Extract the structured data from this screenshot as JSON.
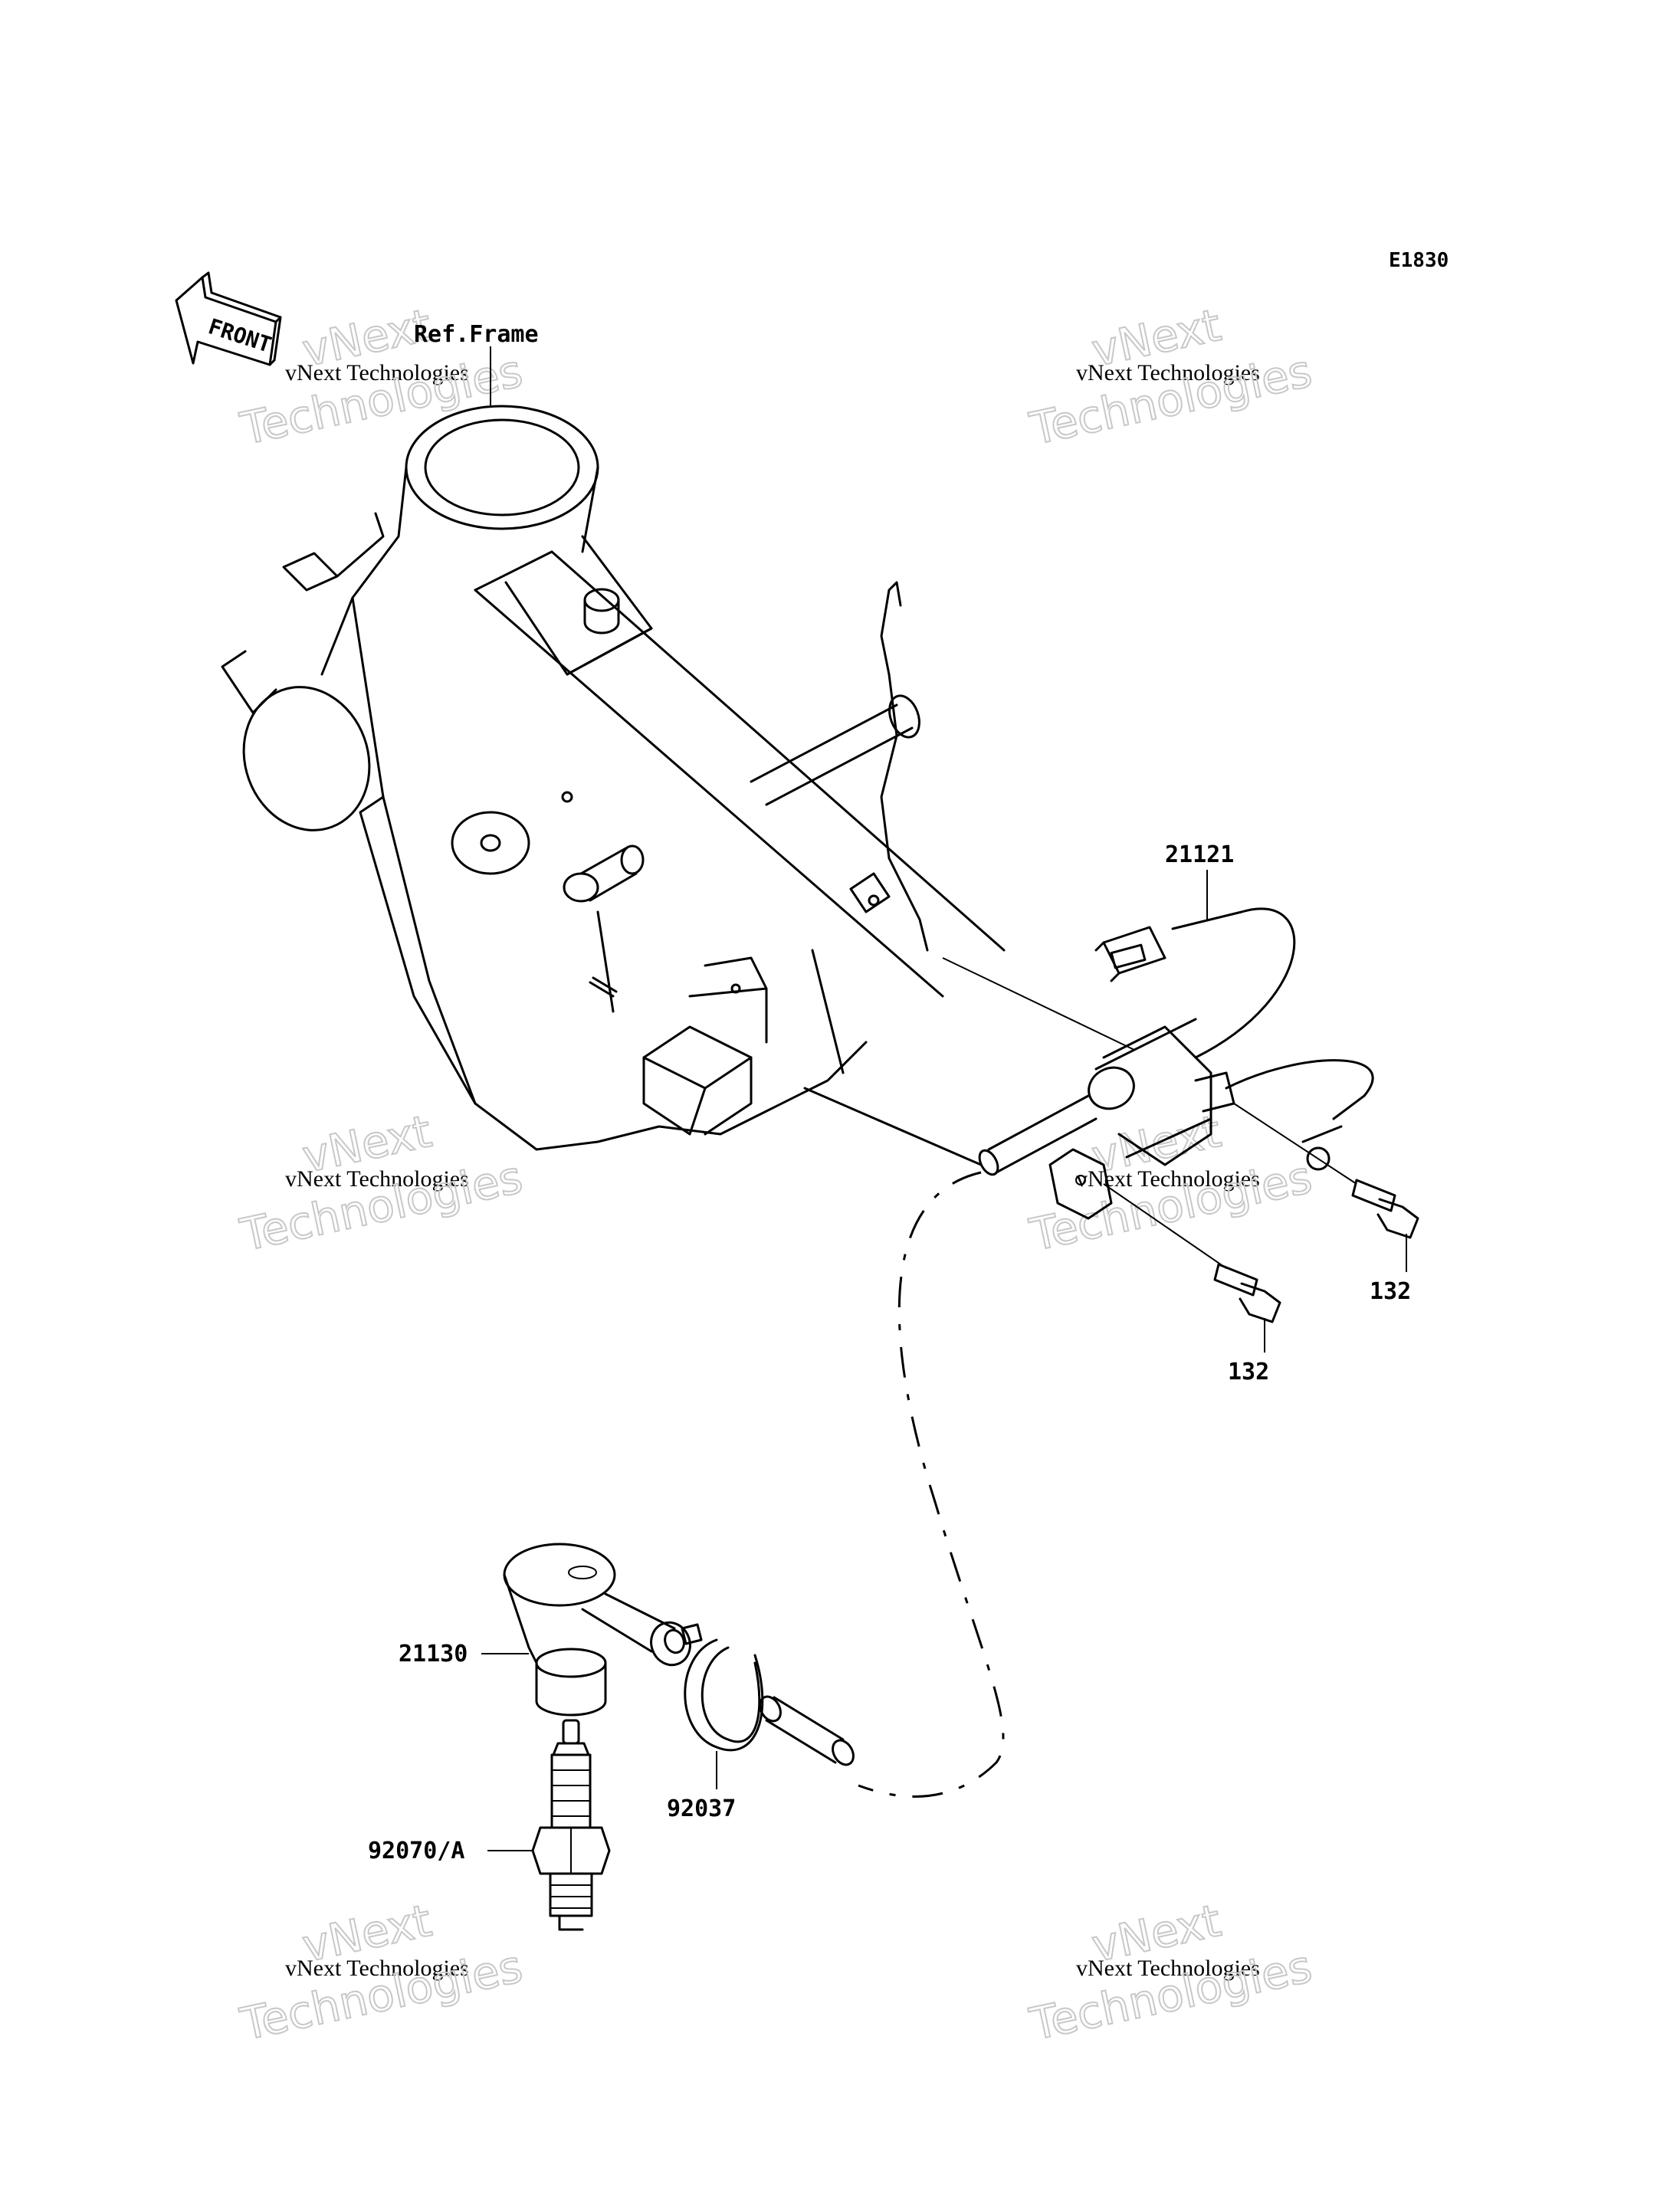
{
  "diagram": {
    "code": "E1830",
    "front_label": "FRONT",
    "ref_label": "Ref.Frame",
    "parts": [
      {
        "id": "coil",
        "number": "21121"
      },
      {
        "id": "bolt-right",
        "number": "132"
      },
      {
        "id": "bolt-left",
        "number": "132"
      },
      {
        "id": "plug-cap",
        "number": "21130"
      },
      {
        "id": "clamp",
        "number": "92037"
      },
      {
        "id": "spark-plug",
        "number": "92070/A"
      }
    ]
  },
  "watermark": {
    "line1": "vNext",
    "line2": "vNext Technologies",
    "line3": "Technologies"
  }
}
